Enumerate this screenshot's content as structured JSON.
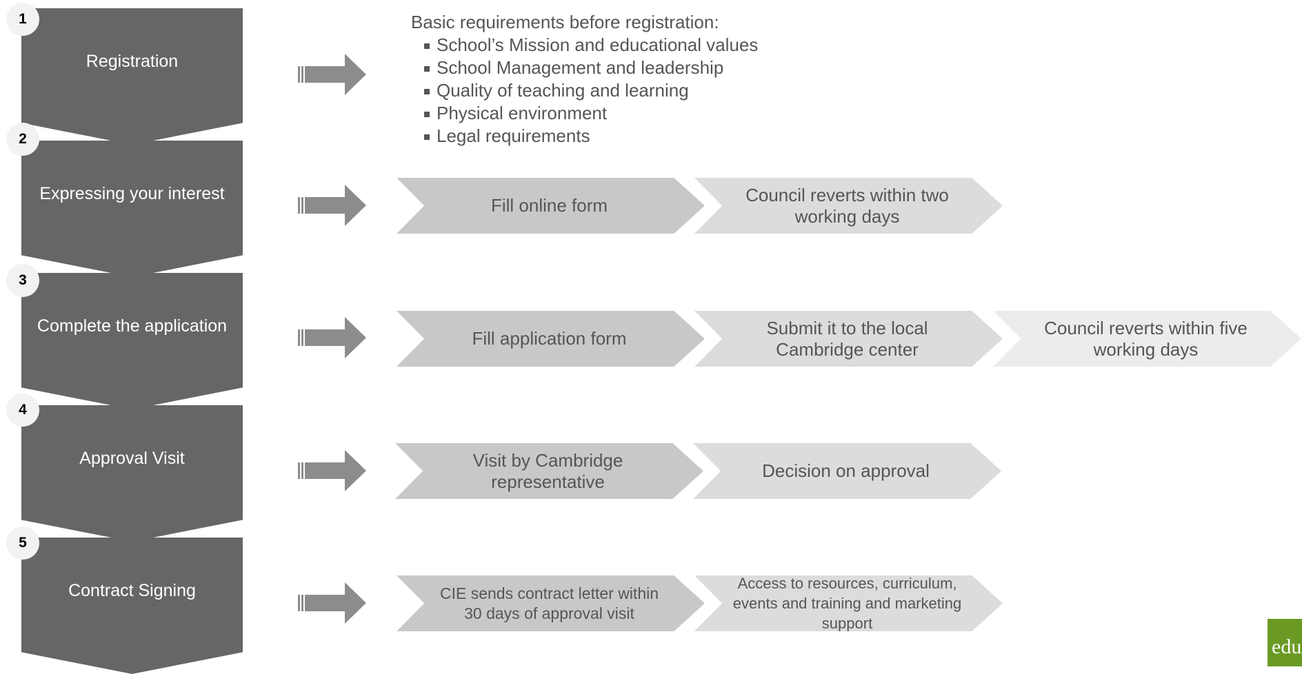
{
  "steps": [
    {
      "number": "1",
      "label": "Registration"
    },
    {
      "number": "2",
      "label": "Expressing your interest"
    },
    {
      "number": "3",
      "label": "Complete the application"
    },
    {
      "number": "4",
      "label": "Approval Visit"
    },
    {
      "number": "5",
      "label": "Contract Signing"
    }
  ],
  "requirements": {
    "heading": "Basic  requirements before registration:",
    "items": [
      "School’s Mission and educational values",
      "School Management and leadership",
      "Quality of teaching and learning",
      "Physical environment",
      "Legal requirements"
    ]
  },
  "row2": [
    "Fill online form",
    "Council reverts within two working days"
  ],
  "row3": [
    "Fill application form",
    "Submit it to the local Cambridge center",
    "Council reverts within five working days"
  ],
  "row4": [
    "Visit by Cambridge representative",
    "Decision on approval"
  ],
  "row5": [
    "CIE sends contract letter within 30 days of approval visit",
    "Access to resources, curriculum, events and training and marketing support"
  ],
  "logo": {
    "text": "edu"
  },
  "colors": {
    "step": "#666666",
    "chevron_dark": "#c8c8c8",
    "chevron_mid": "#dcdcdc",
    "chevron_light": "#ececec",
    "logo": "#6a9a24"
  }
}
